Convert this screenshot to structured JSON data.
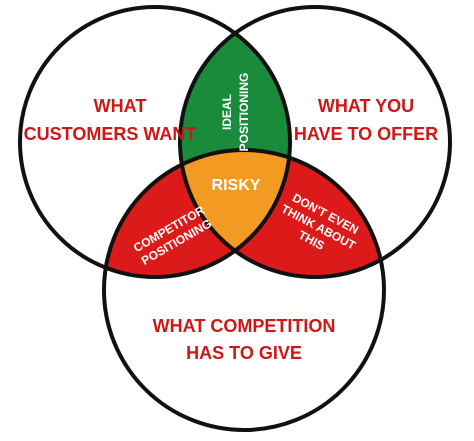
{
  "diagram": {
    "colors": {
      "outline": "#111111",
      "background": "#ffffff",
      "circle_label": "#d01616",
      "ideal_fill": "#1a8a3b",
      "risky_fill": "#f29a21",
      "red_fill": "#dd1a1a",
      "region_label": "#ffffff"
    },
    "circles": {
      "left": {
        "line1": "WHAT",
        "line2": "CUSTOMERS WANT"
      },
      "right": {
        "line1": "WHAT YOU",
        "line2": "HAVE TO OFFER"
      },
      "bottom": {
        "line1": "WHAT COMPETITION",
        "line2": "HAS TO GIVE"
      }
    },
    "regions": {
      "ideal": {
        "line1": "IDEAL",
        "line2": "POSITIONING"
      },
      "risky": {
        "label": "RISKY"
      },
      "competitor": {
        "line1": "COMPETITOR",
        "line2": "POSITIONING"
      },
      "dont_even": {
        "line1": "DON'T EVEN",
        "line2": "THINK ABOUT",
        "line3": "THIS"
      }
    }
  }
}
